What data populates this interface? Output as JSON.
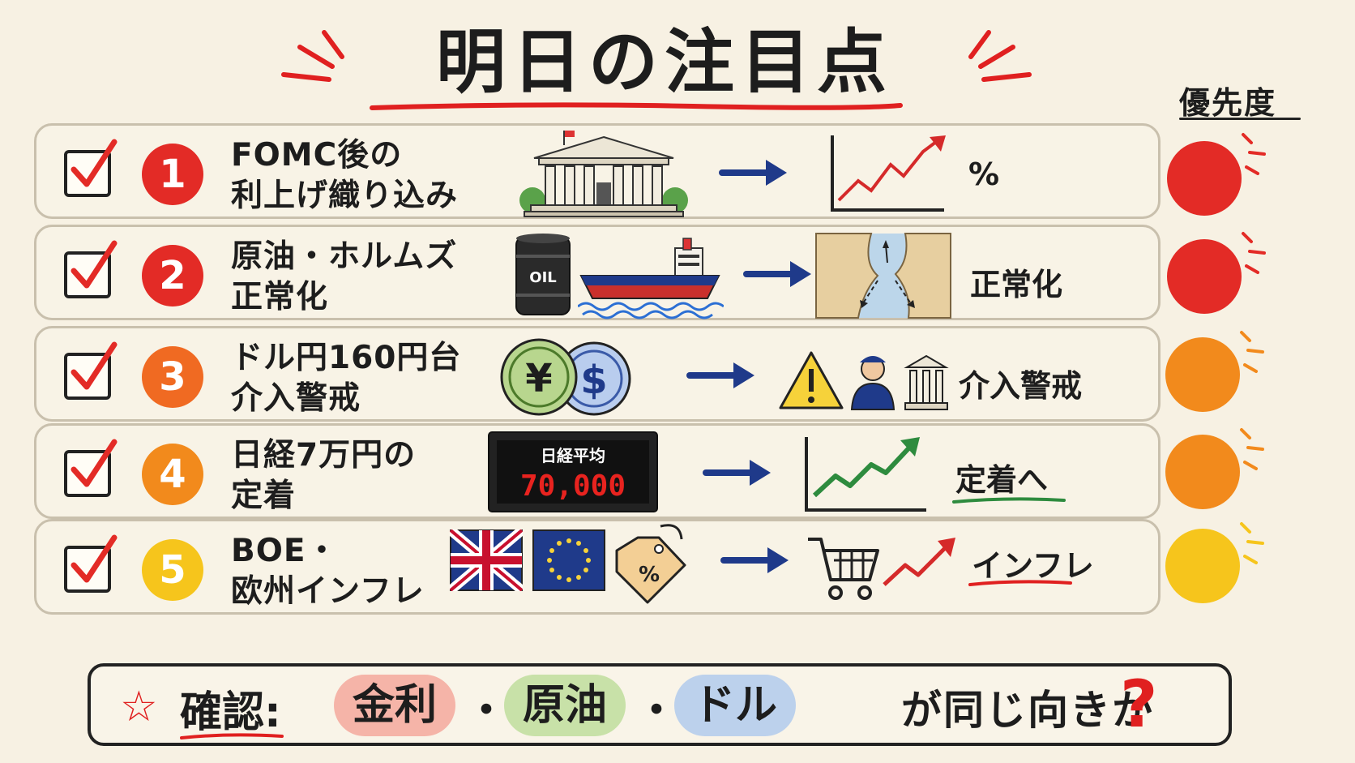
{
  "title": "明日の注目点",
  "priority_header": "優先度",
  "colors": {
    "red": "#e32b26",
    "orange": "#f28a1c",
    "yellow": "#f6c51c",
    "navy": "#1f3a8a",
    "green": "#2e8b3e"
  },
  "rows": [
    {
      "number": "1",
      "label_line1": "FOMC後の",
      "label_line2": "利上げ織り込み",
      "illustration_icon": "bank-building-icon",
      "result_icon": "rising-line-chart-icon",
      "result_text": "%",
      "priority_color": "#e32b26"
    },
    {
      "number": "2",
      "label_line1": "原油・ホルムズ",
      "label_line2": "正常化",
      "illustration_icon": "oil-barrel-tanker-icon",
      "barrel_text": "OIL",
      "result_icon": "strait-map-icon",
      "result_text": "正常化",
      "priority_color": "#e32b26"
    },
    {
      "number": "3",
      "label_line1": "ドル円160円台",
      "label_line2": "介入警戒",
      "illustration_icon": "yen-dollar-coins-icon",
      "coin_yen": "¥",
      "coin_dollar": "$",
      "result_icon": "warning-official-bank-icon",
      "result_text": "介入警戒",
      "priority_color": "#f28a1c"
    },
    {
      "number": "4",
      "label_line1": "日経7万円の",
      "label_line2": "定着",
      "illustration_icon": "stock-board-icon",
      "board_title": "日経平均",
      "board_value": "70,000",
      "result_icon": "rising-green-chart-icon",
      "result_text": "定着へ",
      "priority_color": "#f28a1c"
    },
    {
      "number": "5",
      "label_line1": "BOE・",
      "label_line2": "欧州インフレ",
      "illustration_icon": "uk-eu-flags-tag-icon",
      "tag_text": "%",
      "result_icon": "cart-rising-arrow-icon",
      "result_text": "インフレ",
      "priority_color": "#f6c51c"
    }
  ],
  "bottom": {
    "star": "☆",
    "confirm": "確認:",
    "pill1": "金利",
    "sep1": "・",
    "pill2": "原油",
    "sep2": "・",
    "pill3": "ドル",
    "tail": "が同じ向きか",
    "question": "?"
  }
}
